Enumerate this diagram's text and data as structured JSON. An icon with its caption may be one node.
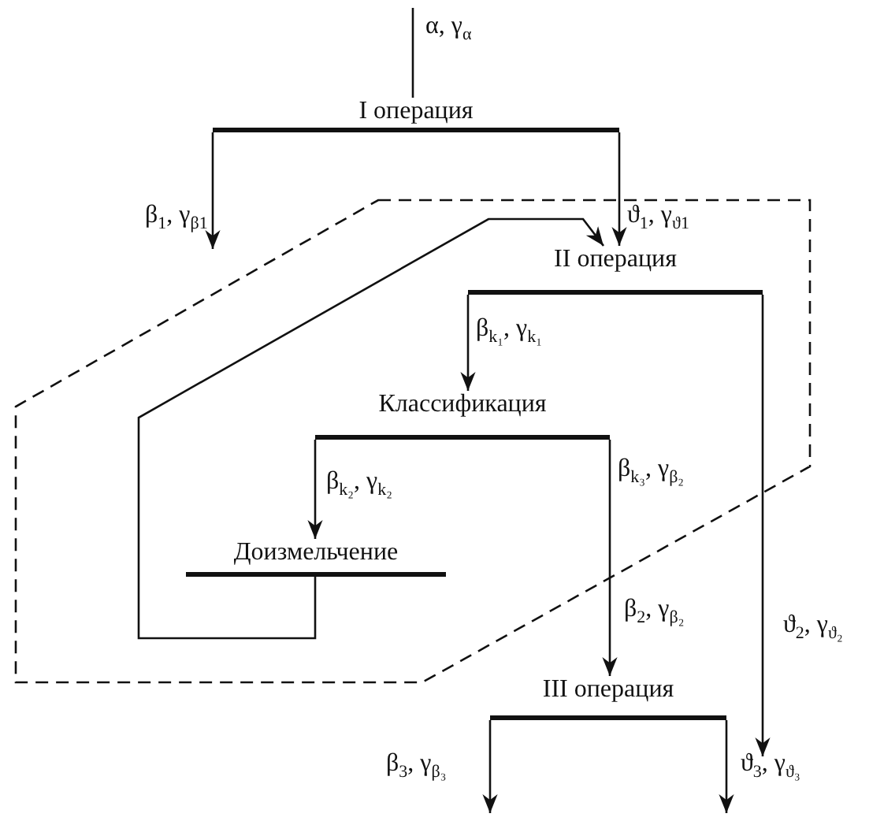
{
  "diagram": {
    "nodes": [
      {
        "text": [
          "I операция"
        ]
      },
      {
        "text": [
          "II операция"
        ]
      },
      {
        "text": [
          "Классификация"
        ]
      },
      {
        "text": [
          "Доизмельчение"
        ]
      },
      {
        "text": [
          "III операция"
        ]
      }
    ],
    "edges": [
      {
        "from": null,
        "to": 0,
        "arrow": "none",
        "label": "α, γ$_{α}$"
      },
      {
        "from": 0,
        "to": null,
        "arrow": "to",
        "label": "β$_{1}$, γ$_{β1}$"
      },
      {
        "from": 0,
        "to": 1,
        "arrow": "to",
        "label": "ϑ$_{1}$, γ$_{ϑ1}$"
      },
      {
        "from": 1,
        "to": 2,
        "arrow": "to",
        "label": "β$_{k₁}$, γ$_{k₁}$"
      },
      {
        "from": 2,
        "to": 3,
        "arrow": "to",
        "label": "β$_{k₂}$, γ$_{k₂}$"
      },
      {
        "from": 2,
        "to": 4,
        "arrow": "to",
        "label": "β$_{k₃}$, γ$_{β₂}$"
      },
      {
        "from": 3,
        "to": 1,
        "arrow": "to"
      },
      {
        "from": 1,
        "to": null,
        "arrow": "to",
        "label": "ϑ$_{2}$, γ$_{ϑ₂}$"
      },
      {
        "from": 4,
        "to": null,
        "arrow": "to",
        "label": "β$_{3}$, γ$_{β₃}$"
      },
      {
        "from": 4,
        "to": null,
        "arrow": "to",
        "label": "ϑ$_{3}$, γ$_{ϑ₃}$"
      }
    ],
    "labels": [
      "β$_{2}$, γ$_{β₂}$"
    ]
  }
}
